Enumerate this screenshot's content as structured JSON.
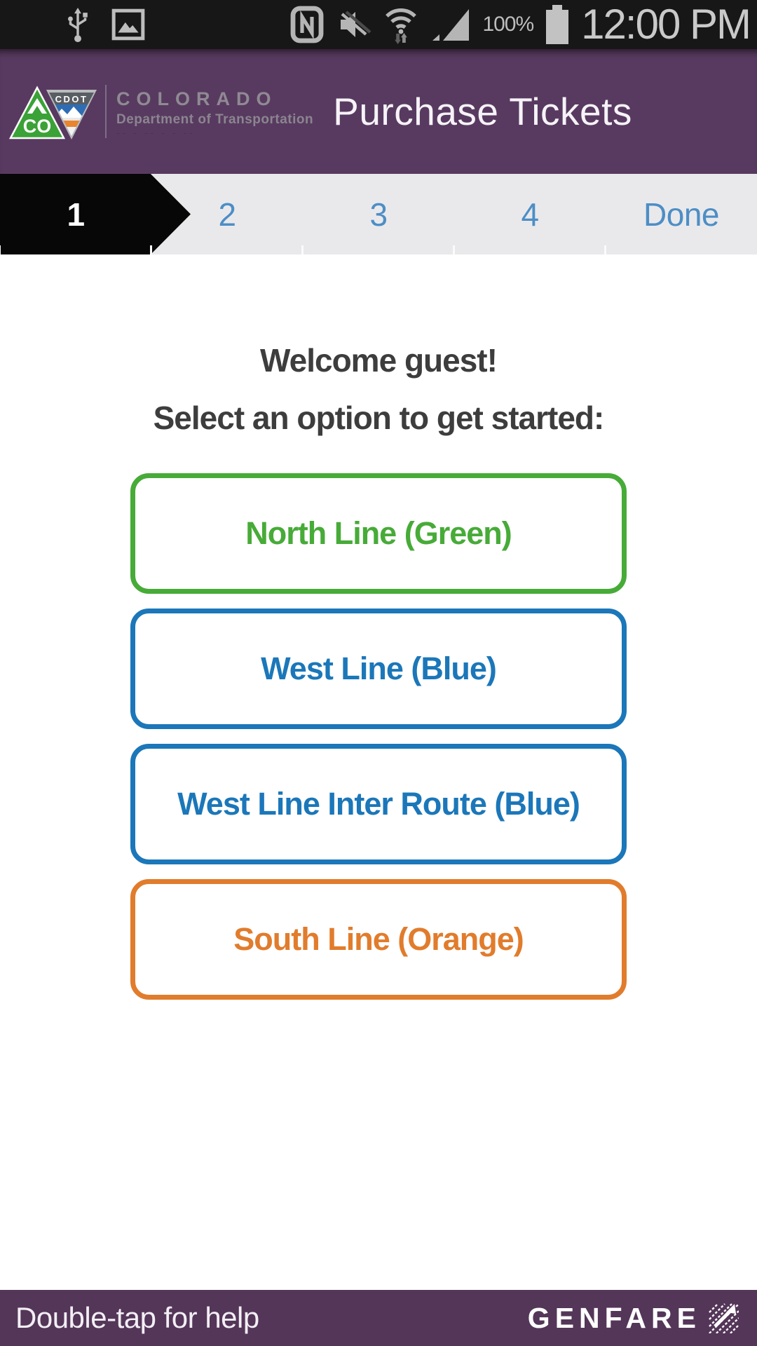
{
  "status_bar": {
    "time": "12:00 PM",
    "battery_percent": "100%"
  },
  "header": {
    "title": "Purchase Tickets",
    "logo": {
      "co_label": "CO",
      "cdot_label": "CDOT",
      "org": "COLORADO",
      "dept": "Department of Transportation"
    }
  },
  "steps": [
    {
      "label": "1",
      "active": true
    },
    {
      "label": "2",
      "active": false
    },
    {
      "label": "3",
      "active": false
    },
    {
      "label": "4",
      "active": false
    },
    {
      "label": "Done",
      "active": false
    }
  ],
  "main": {
    "welcome": "Welcome guest!",
    "subtitle": "Select an option to get started:",
    "options": [
      {
        "label": "North Line (Green)",
        "color": "#47ab38"
      },
      {
        "label": "West Line (Blue)",
        "color": "#1b77b9"
      },
      {
        "label": "West Line Inter Route (Blue)",
        "color": "#1b77b9"
      },
      {
        "label": "South Line (Orange)",
        "color": "#e17c2c"
      }
    ]
  },
  "footer": {
    "help_text": "Double-tap for help",
    "brand": "GENFARE"
  },
  "colors": {
    "status_bar_bg": "#171717",
    "header_purple": "#583a60",
    "footer_purple": "#543659",
    "step_bar_bg": "#e9e9ec",
    "step_active_bg": "#070707",
    "step_inactive_text": "#4d8ec5",
    "text_dark": "#3d3d3d",
    "green": "#47ab38",
    "blue": "#1b77b9",
    "orange": "#e17c2c"
  }
}
